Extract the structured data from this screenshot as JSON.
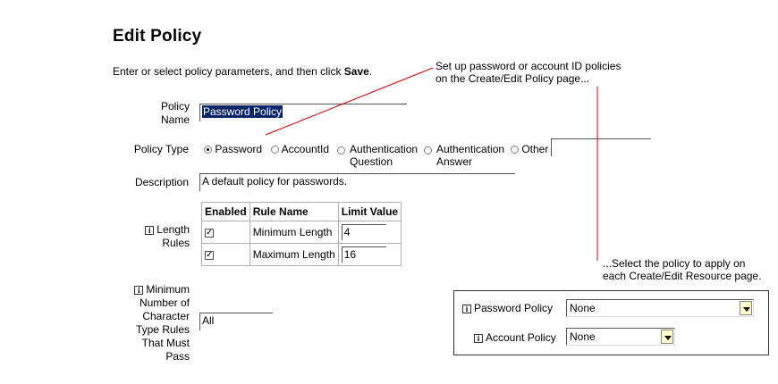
{
  "page": {
    "title": "Edit Policy",
    "instructions_prefix": "Enter or select policy parameters, and then click ",
    "instructions_bold": "Save",
    "instructions_suffix": "."
  },
  "callouts": {
    "top_line1": "Set up password or account ID policies",
    "top_line2": "on the Create/Edit Policy page...",
    "bottom_line1": "...Select the policy to apply on",
    "bottom_line2": "each Create/Edit Resource page."
  },
  "form": {
    "policy_name_label_1": "Policy",
    "policy_name_label_2": "Name",
    "policy_name_value": "Password Policy",
    "policy_type_label": "Policy Type",
    "policy_types": [
      {
        "label": "Password",
        "selected": true
      },
      {
        "label": "AccountId",
        "selected": false
      },
      {
        "label_1": "Authentication",
        "label_2": "Question",
        "selected": false
      },
      {
        "label_1": "Authentication",
        "label_2": "Answer",
        "selected": false
      },
      {
        "label": "Other",
        "selected": false
      }
    ],
    "description_label": "Description",
    "description_value": "A default policy for passwords.",
    "length_rules_label_1": "Length",
    "length_rules_label_2": "Rules",
    "length_rules_headers": [
      "Enabled",
      "Rule Name",
      "Limit Value"
    ],
    "length_rules_rows": [
      {
        "enabled": true,
        "rule": "Minimum Length",
        "value": "4"
      },
      {
        "enabled": true,
        "rule": "Maximum Length",
        "value": "16"
      }
    ],
    "min_types_label_1": "Minimum",
    "min_types_label_2": "Number of",
    "min_types_label_3": "Character",
    "min_types_label_4": "Type Rules",
    "min_types_label_5": "That Must",
    "min_types_label_6": "Pass",
    "min_types_value": "All"
  },
  "resource_panel": {
    "password_policy_label": "Password Policy",
    "password_policy_value": "None",
    "account_policy_label": "Account Policy",
    "account_policy_value": "None"
  },
  "icons": {
    "info": "i",
    "check": "✓"
  }
}
